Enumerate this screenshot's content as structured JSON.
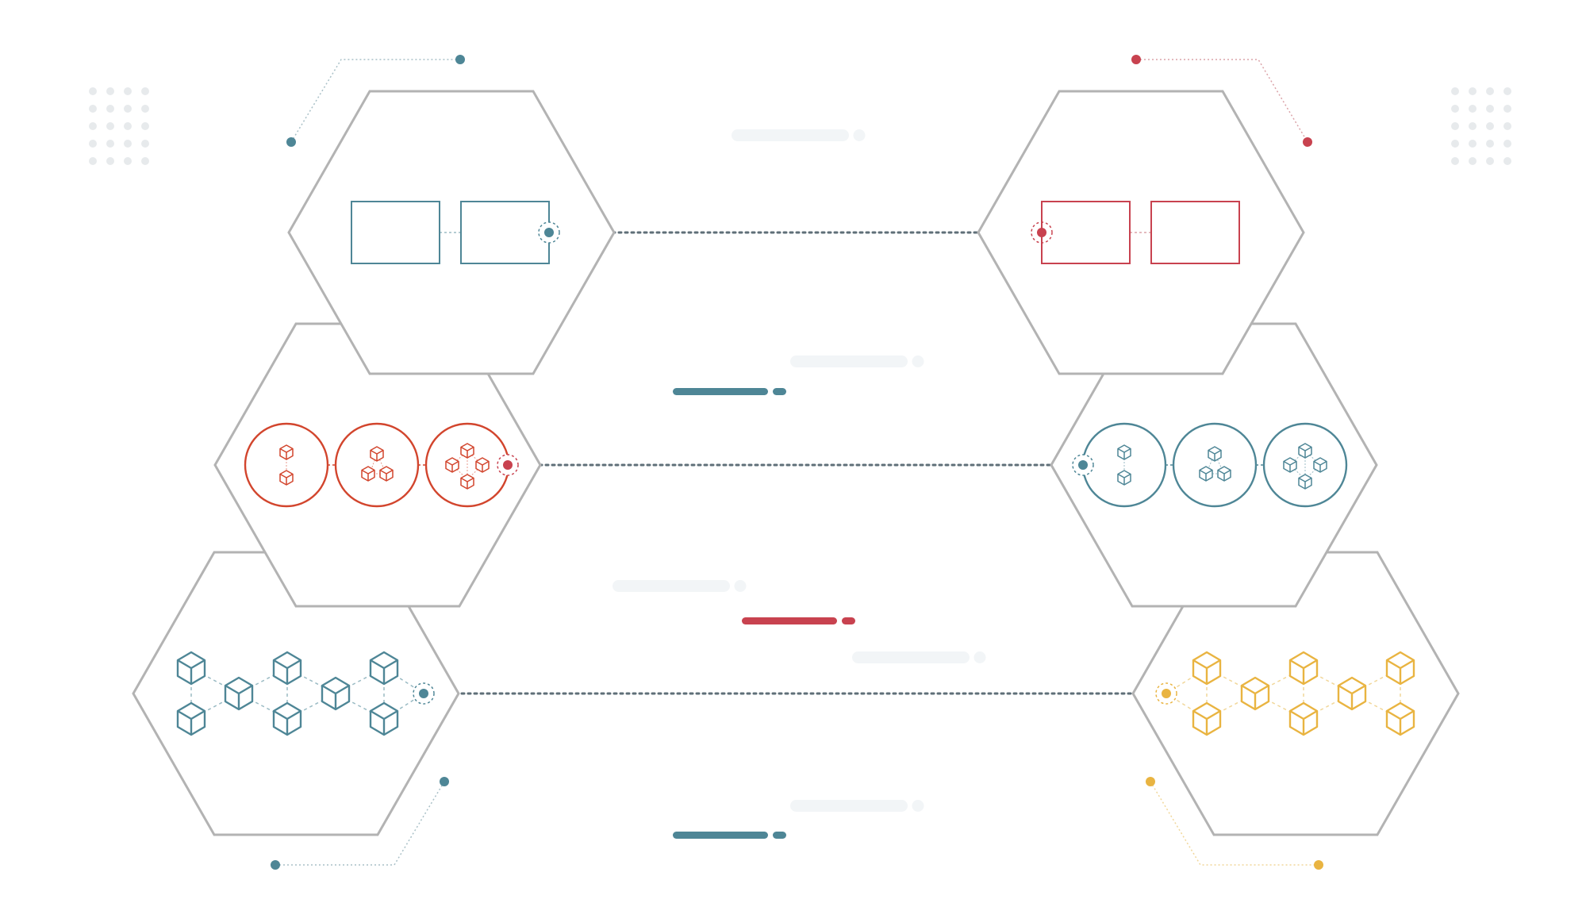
{
  "colors": {
    "teal": "#4e8696",
    "red": "#c8424f",
    "orange": "#d2452d",
    "yellow": "#e9b441",
    "hex_stroke": "#b3b3b3",
    "connector": "#5f6f78",
    "placeholder": "#f2f5f7",
    "dot_grid": "#e7eaec"
  },
  "diagram": {
    "rows": [
      {
        "id": "panels",
        "left": {
          "icon": "two-panels-icon",
          "color": "teal"
        },
        "right": {
          "icon": "two-panels-icon",
          "color": "red"
        },
        "accent_bar": "teal"
      },
      {
        "id": "cube-circles",
        "left": {
          "icon": "cube-circles-icon",
          "color": "orange"
        },
        "right": {
          "icon": "cube-circles-icon",
          "color": "teal"
        },
        "accent_bar": "red"
      },
      {
        "id": "blockchain-network",
        "left": {
          "icon": "cube-network-icon",
          "color": "teal"
        },
        "right": {
          "icon": "cube-network-icon",
          "color": "yellow"
        },
        "accent_bar": "teal"
      }
    ],
    "text_placeholders": 5,
    "corner_decorations": [
      "top-left",
      "top-right",
      "bottom-left",
      "bottom-right"
    ]
  }
}
